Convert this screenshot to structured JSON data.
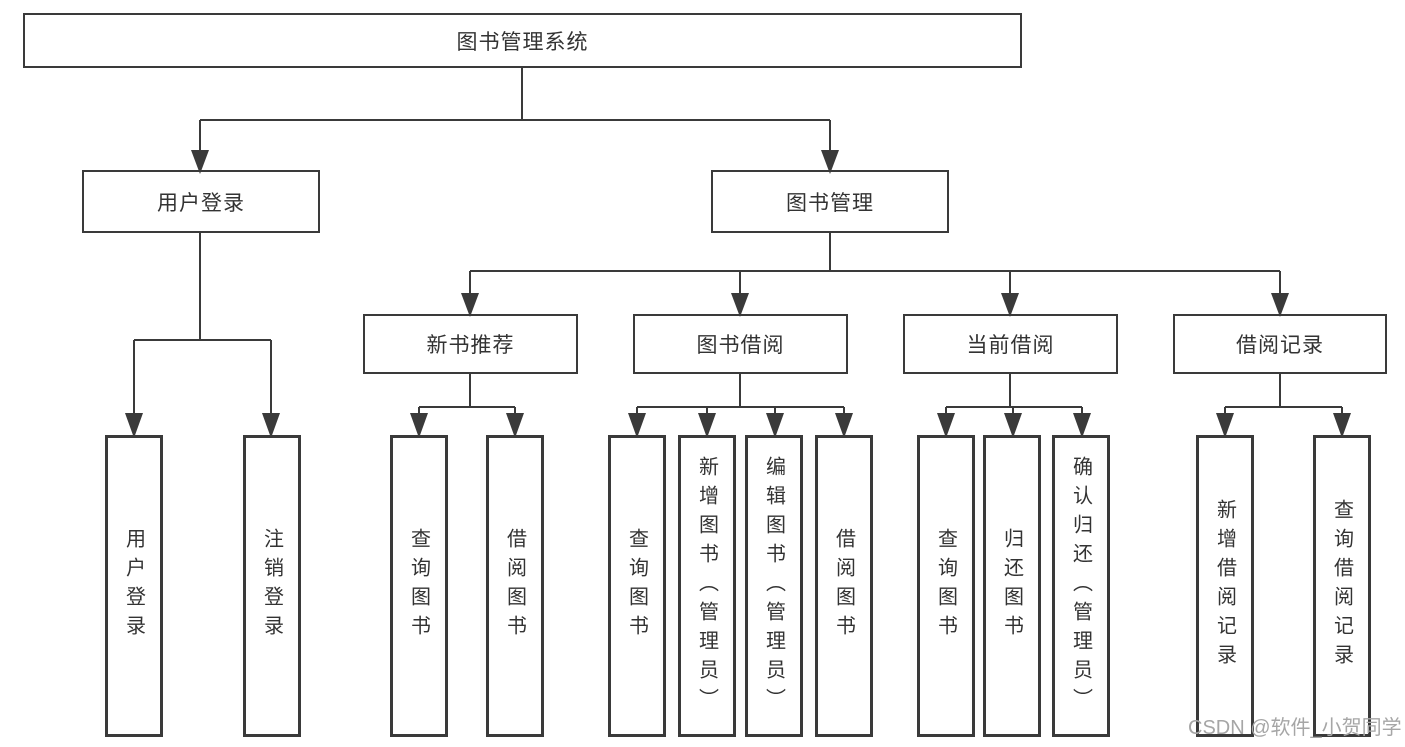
{
  "colors": {
    "line": "#3a3a3a",
    "node-border": "#3a3a3a",
    "text": "#333333",
    "background": "#ffffff",
    "watermark": "#a6a6a6"
  },
  "root": {
    "label": "图书管理系统"
  },
  "level2": [
    {
      "id": "user-login",
      "label": "用户登录"
    },
    {
      "id": "book-management",
      "label": "图书管理"
    }
  ],
  "level3": [
    {
      "id": "new-book-recommend",
      "parent": "book-management",
      "label": "新书推荐"
    },
    {
      "id": "book-borrow",
      "parent": "book-management",
      "label": "图书借阅"
    },
    {
      "id": "current-borrow",
      "parent": "book-management",
      "label": "当前借阅"
    },
    {
      "id": "borrow-records",
      "parent": "book-management",
      "label": "借阅记录"
    }
  ],
  "leaves": [
    {
      "parent": "user-login",
      "label": "用户登录"
    },
    {
      "parent": "user-login",
      "label": "注销登录"
    },
    {
      "parent": "new-book-recommend",
      "label": "查询图书"
    },
    {
      "parent": "new-book-recommend",
      "label": "借阅图书"
    },
    {
      "parent": "book-borrow",
      "label": "查询图书"
    },
    {
      "parent": "book-borrow",
      "label": "新增图书（管理员）"
    },
    {
      "parent": "book-borrow",
      "label": "编辑图书（管理员）"
    },
    {
      "parent": "book-borrow",
      "label": "借阅图书"
    },
    {
      "parent": "current-borrow",
      "label": "查询图书"
    },
    {
      "parent": "current-borrow",
      "label": "归还图书"
    },
    {
      "parent": "current-borrow",
      "label": "确认归还（管理员）"
    },
    {
      "parent": "borrow-records",
      "label": "新增借阅记录"
    },
    {
      "parent": "borrow-records",
      "label": "查询借阅记录"
    }
  ],
  "watermark": "CSDN @软件_小贺同学"
}
